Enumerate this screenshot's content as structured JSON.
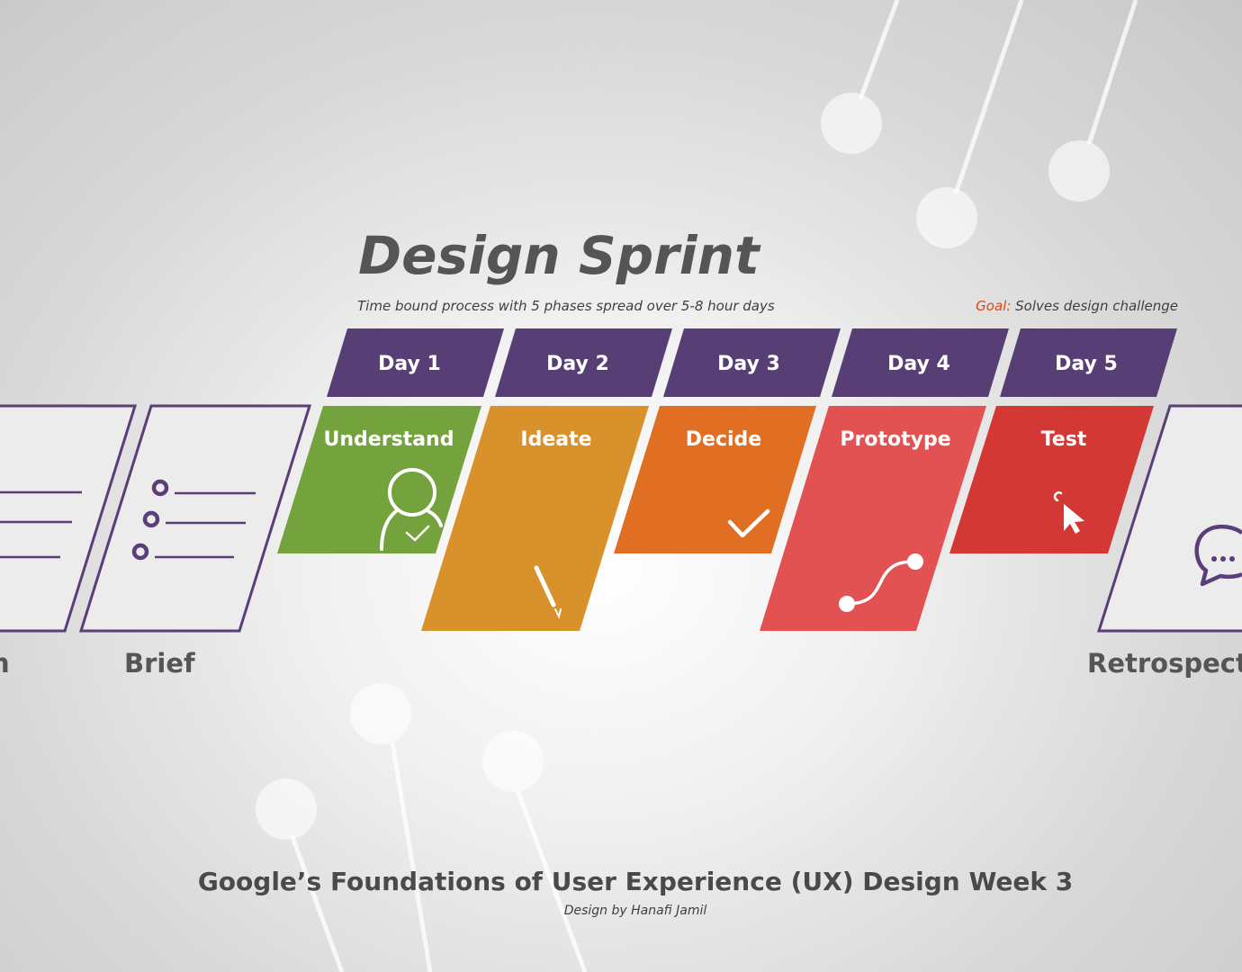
{
  "title": "Design Sprint",
  "subtitle": "Time bound process with 5 phases spread over 5-8 hour days",
  "goal": {
    "label": "Goal:",
    "text": " Solves design challenge"
  },
  "days": [
    {
      "day": "Day 1",
      "phase": "Understand",
      "color": "#74a23c",
      "icon": "user-check-icon"
    },
    {
      "day": "Day 2",
      "phase": "Ideate",
      "color": "#d8912b",
      "icon": "pencil-icon"
    },
    {
      "day": "Day 3",
      "phase": "Decide",
      "color": "#e06f24",
      "icon": "checkmark-icon"
    },
    {
      "day": "Day 4",
      "phase": "Prototype",
      "color": "#e35252",
      "icon": "path-curve-icon"
    },
    {
      "day": "Day 5",
      "phase": "Test",
      "color": "#d43835",
      "icon": "cursor-click-icon"
    }
  ],
  "day_header_color": "#573f76",
  "outline_color": "#5a3e79",
  "side_steps": {
    "left_partial": "n",
    "brief": "Brief",
    "retrospective": "Retrospectiv"
  },
  "footer": {
    "title": "Google’s Foundations of User Experience (UX) Design Week 3",
    "credit": "Design by Hanafi Jamil"
  }
}
